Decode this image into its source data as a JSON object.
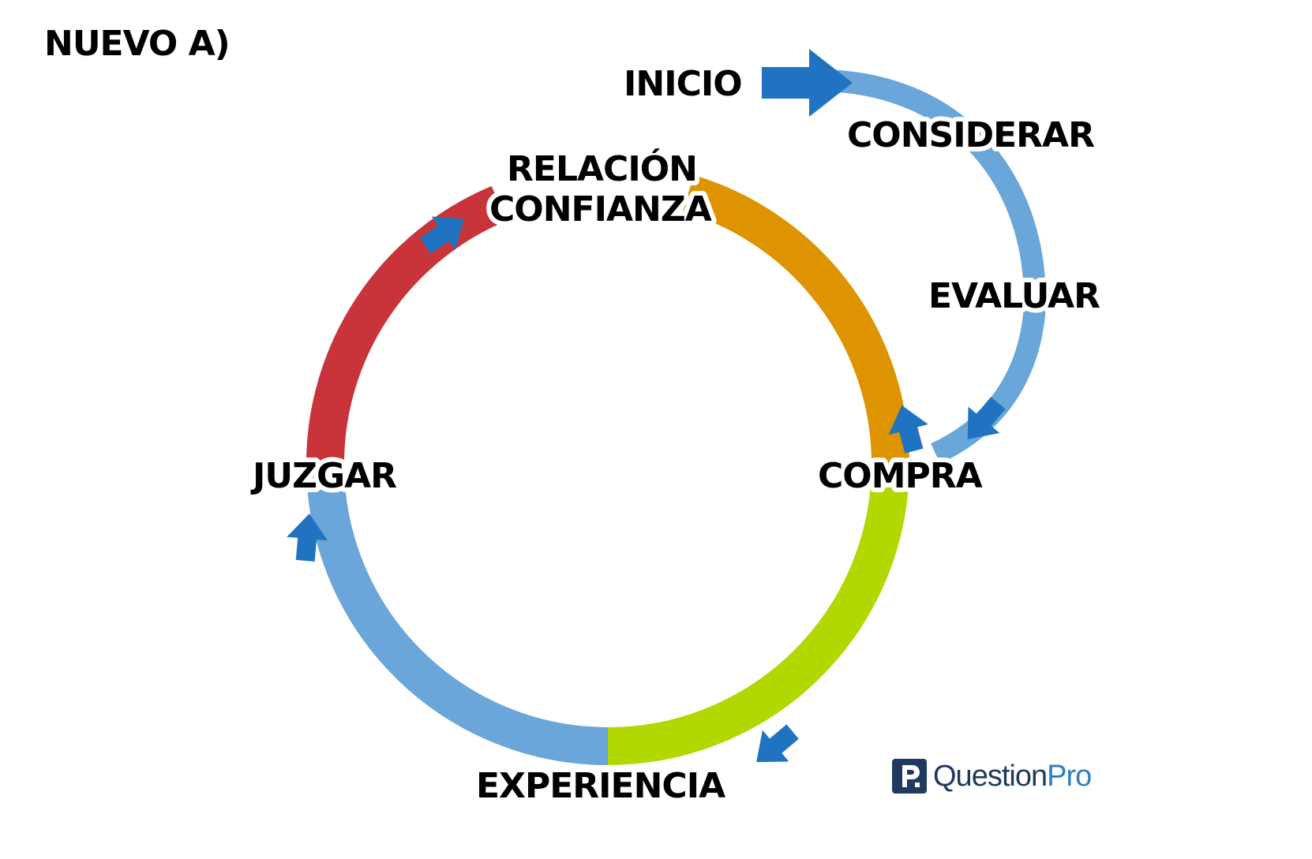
{
  "title": "NUEVO A)",
  "stages": {
    "inicio": "INICIO",
    "considerar": "CONSIDERAR",
    "evaluar": "EVALUAR",
    "compra": "COMPRA",
    "experiencia": "EXPERIENCIA",
    "juzgar": "JUZGAR",
    "relacion": "RELACIÓN",
    "confianza": "CONFIANZA"
  },
  "brand": {
    "name_part1": "Question",
    "name_part2": "Pro"
  },
  "colors": {
    "red": "#c8343a",
    "orange": "#de9400",
    "green": "#b1d800",
    "light_blue": "#6aa6da",
    "arrow_blue": "#2073c0",
    "brand_dark": "#1f3a5f"
  }
}
